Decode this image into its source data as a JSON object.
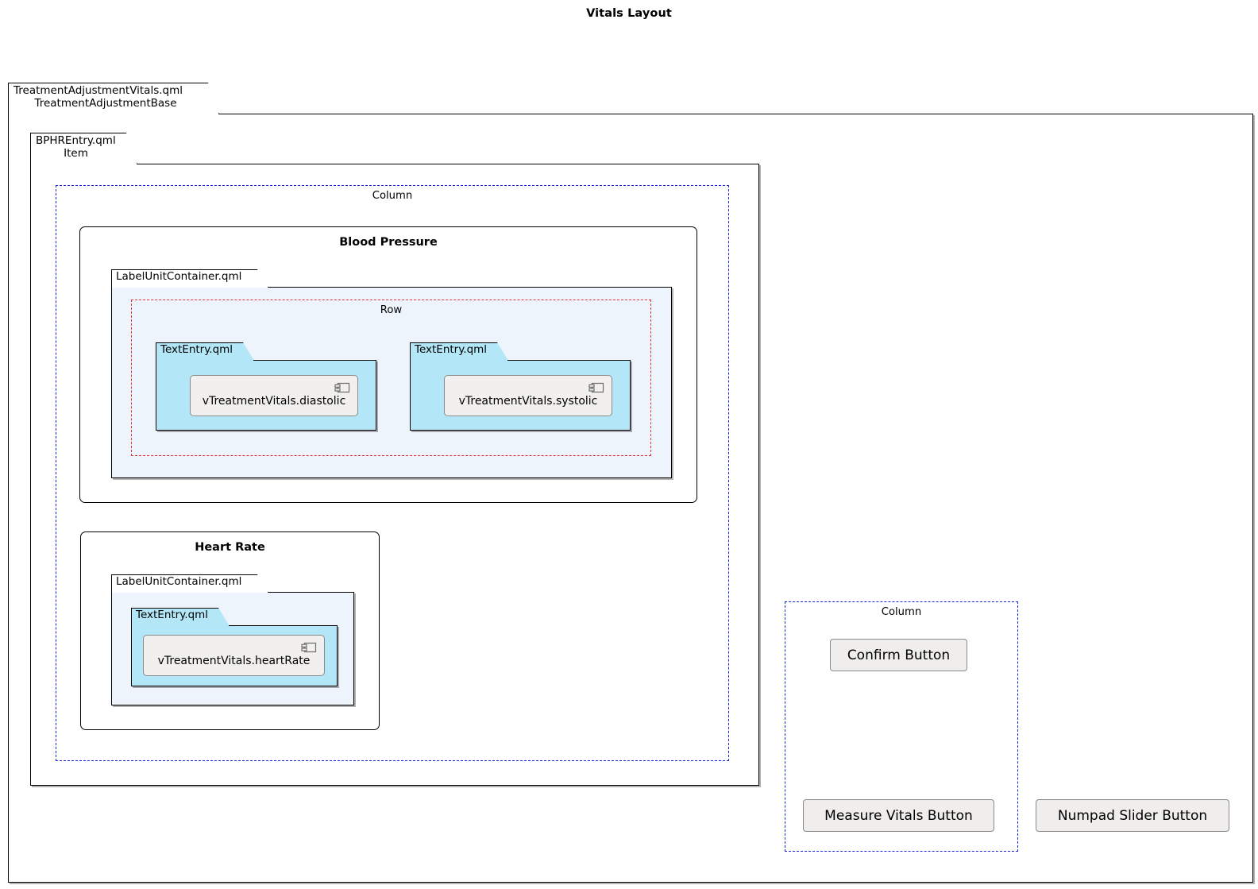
{
  "diagram": {
    "title": "Vitals Layout",
    "type": "qml-component-hierarchy"
  },
  "colors": {
    "package_text_entry_fill": "#b3e7f7",
    "package_label_unit_fill": "#eef4fc",
    "package_outer_fill": "#ffffff",
    "component_fill": "#f1f0ee",
    "button_fill": "#efeeec",
    "layout_column_border": "#1824d8",
    "layout_row_border": "#e03030",
    "frame_border": "#000000"
  },
  "packages": {
    "treatment_adjustment_vitals": {
      "file": "TreatmentAdjustmentVitals.qml",
      "base": "TreatmentAdjustmentBase"
    },
    "bphr_entry": {
      "file": "BPHREntry.qml",
      "base": "Item"
    },
    "label_unit_container_bp": {
      "file": "LabelUnitContainer.qml"
    },
    "label_unit_container_hr": {
      "file": "LabelUnitContainer.qml"
    },
    "text_entry_diastolic": {
      "file": "TextEntry.qml"
    },
    "text_entry_systolic": {
      "file": "TextEntry.qml"
    },
    "text_entry_heart_rate": {
      "file": "TextEntry.qml"
    }
  },
  "layouts": {
    "outer_column": "Column",
    "bp_row": "Row",
    "button_column": "Column"
  },
  "groups": {
    "blood_pressure": "Blood Pressure",
    "heart_rate": "Heart Rate"
  },
  "components": {
    "diastolic": "vTreatmentVitals.diastolic",
    "systolic": "vTreatmentVitals.systolic",
    "heart_rate": "vTreatmentVitals.heartRate"
  },
  "buttons": {
    "confirm": "Confirm Button",
    "measure_vitals": "Measure Vitals Button",
    "numpad_slider": "Numpad Slider Button"
  },
  "icons": {
    "component_icon": "uml-component-icon"
  }
}
